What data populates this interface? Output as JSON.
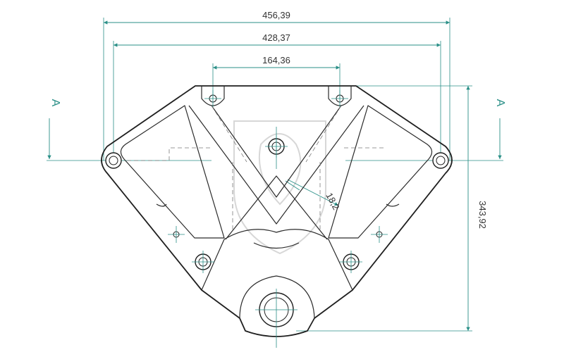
{
  "drawing": {
    "dimensions": {
      "overall_width": "456,39",
      "hole_span": "428,37",
      "top_holes_span": "164,36",
      "height": "343,92",
      "arm_width": "18,2"
    },
    "section_marker": {
      "left": "A",
      "right": "A"
    }
  },
  "colors": {
    "part_outline": "#1f1f1f",
    "dimension_lines": "#2a8f87",
    "background": "#ffffff"
  }
}
